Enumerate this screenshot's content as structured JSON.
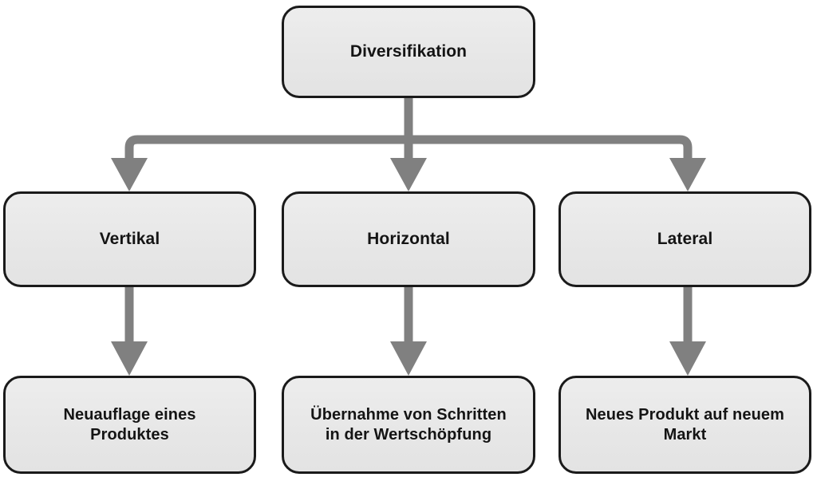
{
  "diagram": {
    "title": "Diversifikation",
    "type": "tree-hierarchy",
    "language": "de",
    "colors": {
      "box_fill": "#e8e8e8",
      "box_border": "#1a1a1a",
      "connector": "#808080",
      "text": "#141414",
      "background": "#ffffff"
    },
    "root": {
      "label": "Diversifikation"
    },
    "branches": [
      {
        "label": "Vertikal",
        "outcome": "Neuauflage eines\nProduktes"
      },
      {
        "label": "Horizontal",
        "outcome": "Übernahme von Schritten\nin der Wertschöpfung"
      },
      {
        "label": "Lateral",
        "outcome": "Neues Produkt auf neuem\nMarkt"
      }
    ]
  }
}
